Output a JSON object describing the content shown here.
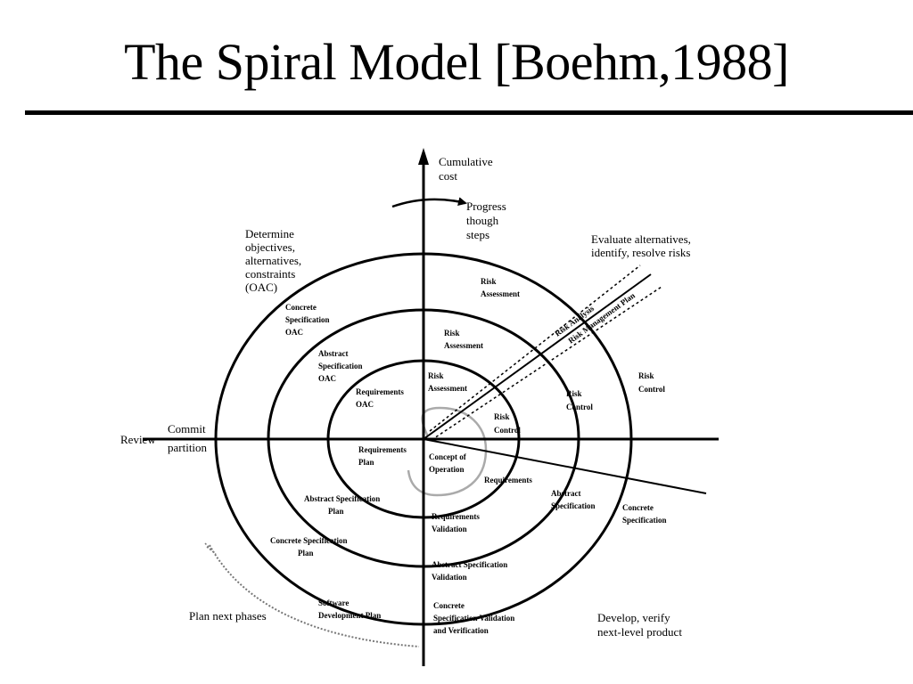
{
  "title": "The Spiral Model [Boehm,1988]",
  "axes": {
    "cumulative_cost": [
      "Cumulative",
      "cost"
    ],
    "progress": [
      "Progress",
      "though",
      "steps"
    ],
    "review": "Review",
    "commit": [
      "Commit",
      "partition"
    ]
  },
  "quadrants": {
    "determine": [
      "Determine",
      "objectives,",
      "alternatives,",
      "constraints",
      "(OAC)"
    ],
    "evaluate": [
      "Evaluate alternatives,",
      "identify, resolve risks"
    ],
    "develop": [
      "Develop, verify",
      "next-level product"
    ],
    "plan": "Plan next phases"
  },
  "diagonal_labels": [
    "Risk Analysis",
    "Risk Management Plan"
  ],
  "labels": {
    "concrete_spec_oac": [
      "Concrete",
      "Specification",
      "OAC"
    ],
    "abstract_spec_oac": [
      "Abstract",
      "Specification",
      "OAC"
    ],
    "requirements_oac": [
      "Requirements",
      "OAC"
    ],
    "risk_assessment_1": [
      "Risk",
      "Assessment"
    ],
    "risk_assessment_2": [
      "Risk",
      "Assessment"
    ],
    "risk_assessment_3": [
      "Risk",
      "Assessment"
    ],
    "risk_control_1": [
      "Risk",
      "Control"
    ],
    "risk_control_2": [
      "Risk",
      "Control"
    ],
    "risk_control_3": [
      "Risk",
      "Control"
    ],
    "requirements_plan": [
      "Requirements",
      "Plan"
    ],
    "concept_of_operation": [
      "Concept of",
      "Operation"
    ],
    "requirements": "Requirements",
    "abstract_specification": [
      "Abstract",
      "Specification"
    ],
    "concrete_specification": [
      "Concrete",
      "Specification"
    ],
    "abstract_spec_plan": [
      "Abstract Specification",
      "Plan"
    ],
    "concrete_spec_plan": [
      "Concrete Specification",
      "Plan"
    ],
    "software_dev_plan": [
      "Software",
      "Development Plan"
    ],
    "requirements_validation": [
      "Requirements",
      "Validation"
    ],
    "abstract_spec_validation": [
      "Abstract Specification",
      "Validation"
    ],
    "concrete_spec_validation": [
      "Concrete",
      "Specification Validation",
      "and Verification"
    ]
  }
}
